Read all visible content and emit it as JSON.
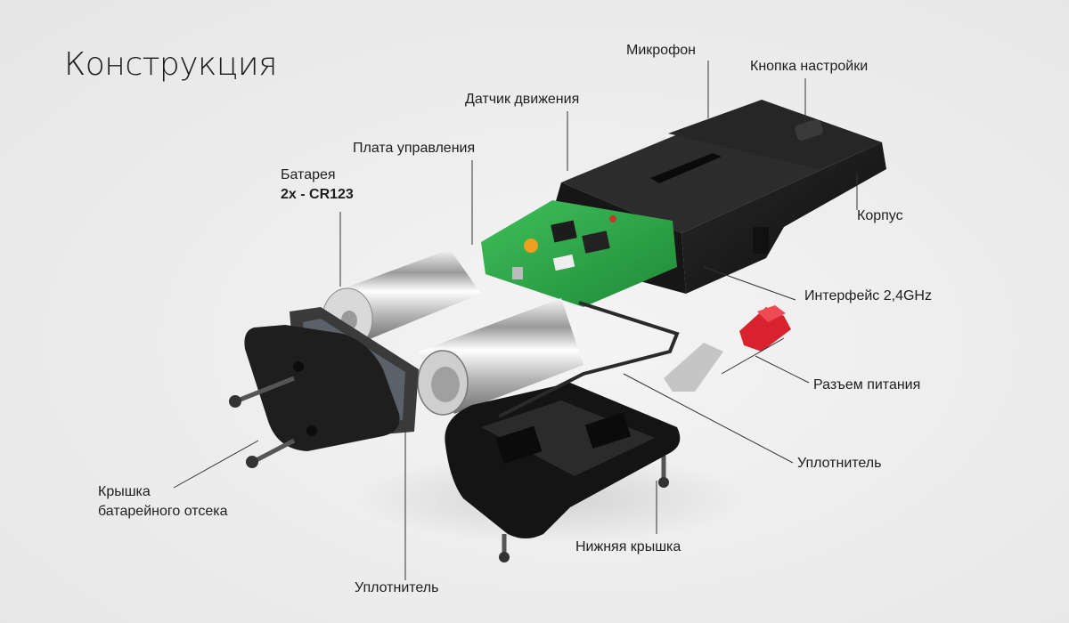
{
  "title": "Конструкция",
  "labels": {
    "microphone": "Микрофон",
    "setup_button": "Кнопка настройки",
    "motion_sensor": "Датчик движения",
    "control_board": "Плата управления",
    "battery": {
      "line1": "Батарея",
      "line2": "2x - CR123"
    },
    "housing": "Корпус",
    "interface": "Интерфейс 2,4GHz",
    "power_connector": "Разъем питания",
    "seal_right": "Уплотнитель",
    "battery_cover": {
      "line1": "Крышка",
      "line2": "батарейного отсека"
    },
    "bottom_cover": "Нижняя крышка",
    "seal_bottom": "Уплотнитель"
  },
  "colors": {
    "background": "#ececec",
    "housing": "#1b1b1b",
    "pcb": "#2fa84a",
    "battery": "#c9c9c9",
    "connector_red": "#d8232f",
    "text": "#1e1e1e"
  }
}
